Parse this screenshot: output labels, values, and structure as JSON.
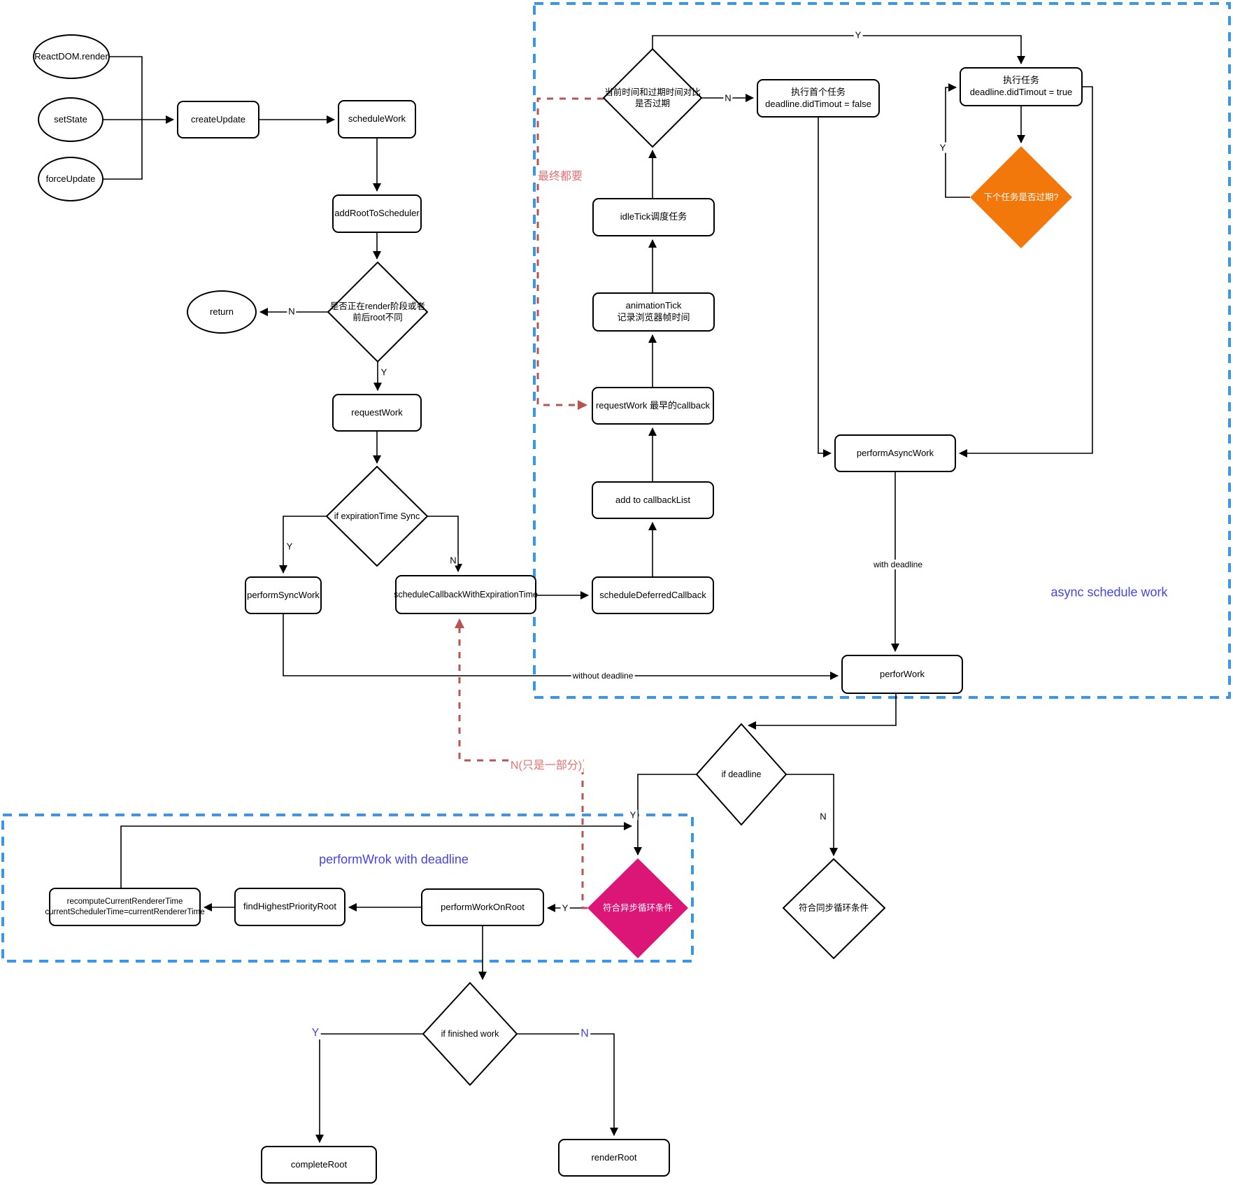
{
  "nodes": {
    "reactdom_render": "ReactDOM.render",
    "set_state": "setState",
    "force_update": "forceUpdate",
    "create_update": "createUpdate",
    "schedule_work": "scheduleWork",
    "add_root_to_scheduler": "addRootToScheduler",
    "return_node": "return",
    "request_work": "requestWork",
    "perform_sync_work": "performSyncWork",
    "schedule_callback_with_expiration_time": "scheduleCallbackWithExpirationTime",
    "schedule_deferred_callback": "scheduleDeferredCallback",
    "add_to_callback_list": "add to callbackList",
    "request_work_earliest": "requestWork 最早的callback",
    "animation_tick_l1": "animationTick",
    "animation_tick_l2": "记录浏览器帧时间",
    "idle_tick": "idleTick调度任务",
    "exec_first_l1": "执行首个任务",
    "exec_first_l2": "deadline.didTimout = false",
    "exec_task_l1": "执行任务",
    "exec_task_l2": "deadline.didTimout = true",
    "perform_async_work": "performAsyncWork",
    "perfor_work": "perforWork",
    "perform_work_on_root": "performWorkOnRoot",
    "find_highest_priority_root": "findHighestPriorityRoot",
    "recompute_l1": "recomputeCurrentRendererTime",
    "recompute_l2": "currentSchedulerTime=currentRendererTime",
    "complete_root": "completeRoot",
    "render_root": "renderRoot"
  },
  "decisions": {
    "render_phase_l1": "是否正在render阶段或者",
    "render_phase_l2": "前后root不同",
    "if_expiration_sync": "if expirationTime Sync",
    "compare_l1": "当前时间和过期时间对比",
    "compare_l2": "是否过期",
    "next_task_expired": "下个任务是否过期?",
    "if_deadline": "if deadline",
    "async_loop_condition": "符合异步循环条件",
    "sync_loop_condition": "符合同步循环条件",
    "if_finished_work": "if finished work"
  },
  "labels": {
    "y": "Y",
    "n": "N",
    "with_deadline": "with deadline",
    "without_deadline": "without deadline",
    "finally_all": "最终都要",
    "n_only_part": "N(只是一部分)"
  },
  "regions": {
    "async_schedule_work": "async schedule work",
    "perform_work_with_deadline": "performWrok with deadline"
  },
  "colors": {
    "blue_dash": "#3C96E8",
    "red_dash": "#B85450",
    "red_text": "#E57373",
    "blue_text": "#4545E8",
    "orange_fill": "#F2780C",
    "pink_fill": "#DB1677"
  }
}
